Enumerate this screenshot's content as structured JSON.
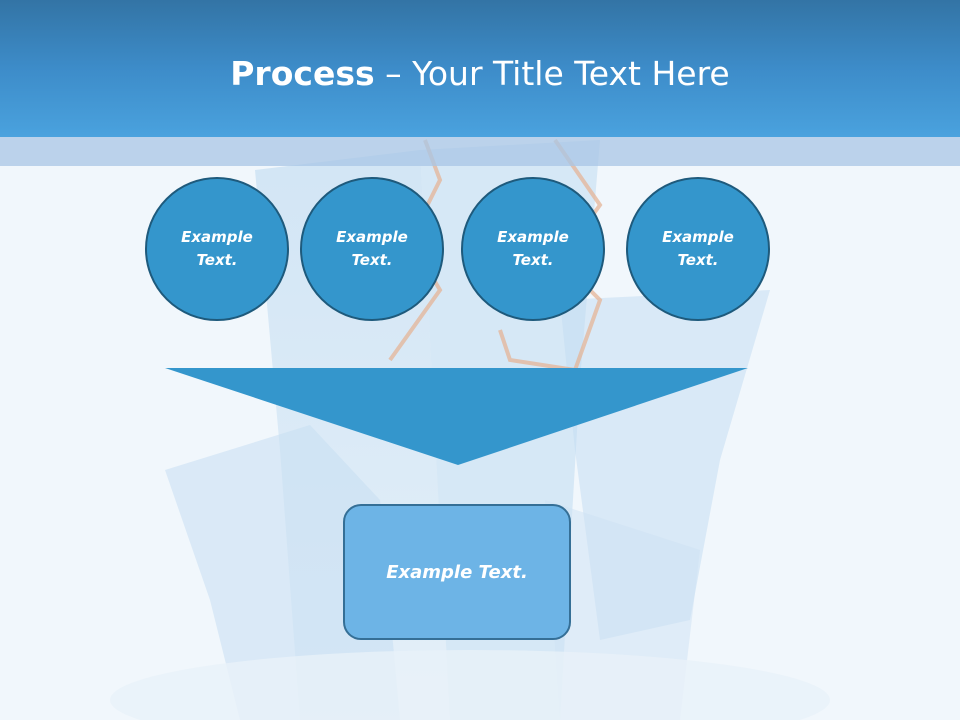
{
  "slide": {
    "title_bold": "Process",
    "title_rest": " – Your Title Text Here"
  },
  "circles": [
    {
      "text": "Example\nText."
    },
    {
      "text": "Example\nText."
    },
    {
      "text": "Example\nText."
    },
    {
      "text": "Example\nText."
    }
  ],
  "result": {
    "text": "Example Text."
  },
  "colors": {
    "title_bar": "#3d8cc9",
    "circle_fill": "#3496cc",
    "circle_border": "#1e5a7c",
    "funnel_fill": "#3496cc",
    "box_fill": "#6db4e6"
  }
}
